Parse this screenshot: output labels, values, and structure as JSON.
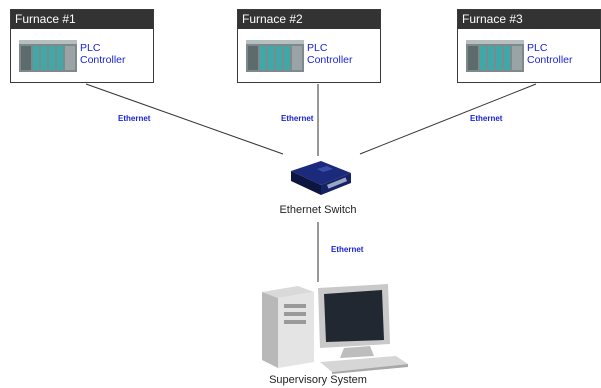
{
  "furnaces": [
    {
      "title": "Furnace #1",
      "label_line1": "PLC",
      "label_line2": "Controller"
    },
    {
      "title": "Furnace #2",
      "label_line1": "PLC",
      "label_line2": "Controller"
    },
    {
      "title": "Furnace #3",
      "label_line1": "PLC",
      "label_line2": "Controller"
    }
  ],
  "links": {
    "furnace1": "Ethernet",
    "furnace2": "Ethernet",
    "furnace3": "Ethernet",
    "supervisory": "Ethernet"
  },
  "switch": {
    "label": "Ethernet Switch"
  },
  "supervisory": {
    "label": "Supervisory System"
  },
  "colors": {
    "header_bg": "#333333",
    "label_blue": "#1a24d6",
    "line": "#333333"
  }
}
